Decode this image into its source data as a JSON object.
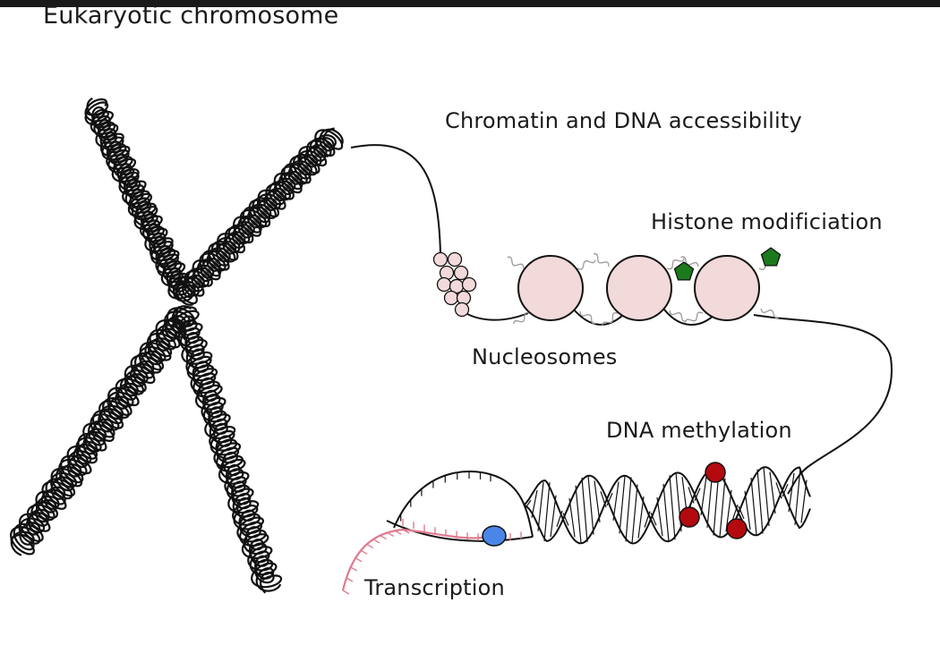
{
  "title": "Eukaryotic chromosome",
  "labels": {
    "chromatin": "Chromatin and DNA accessibility",
    "histone": "Histone modificiation",
    "nucleosomes": "Nucleosomes",
    "methylation": "DNA methylation",
    "transcription": "Transcription"
  },
  "colors": {
    "background": "#ffffff",
    "top_bar": "#1a1a1a",
    "line": "#111111",
    "nucleosome_fill": "#f2d9da",
    "histone_mark": "#1b7a1b",
    "methyl_group": "#b3090f",
    "polymerase": "#4a86e8",
    "rna": "#e07a8f",
    "histone_tail": "#9a9a9a"
  },
  "icons": {
    "histone_mark": "pentagon-icon",
    "methyl_group": "circle-icon",
    "polymerase": "ellipse-icon"
  }
}
